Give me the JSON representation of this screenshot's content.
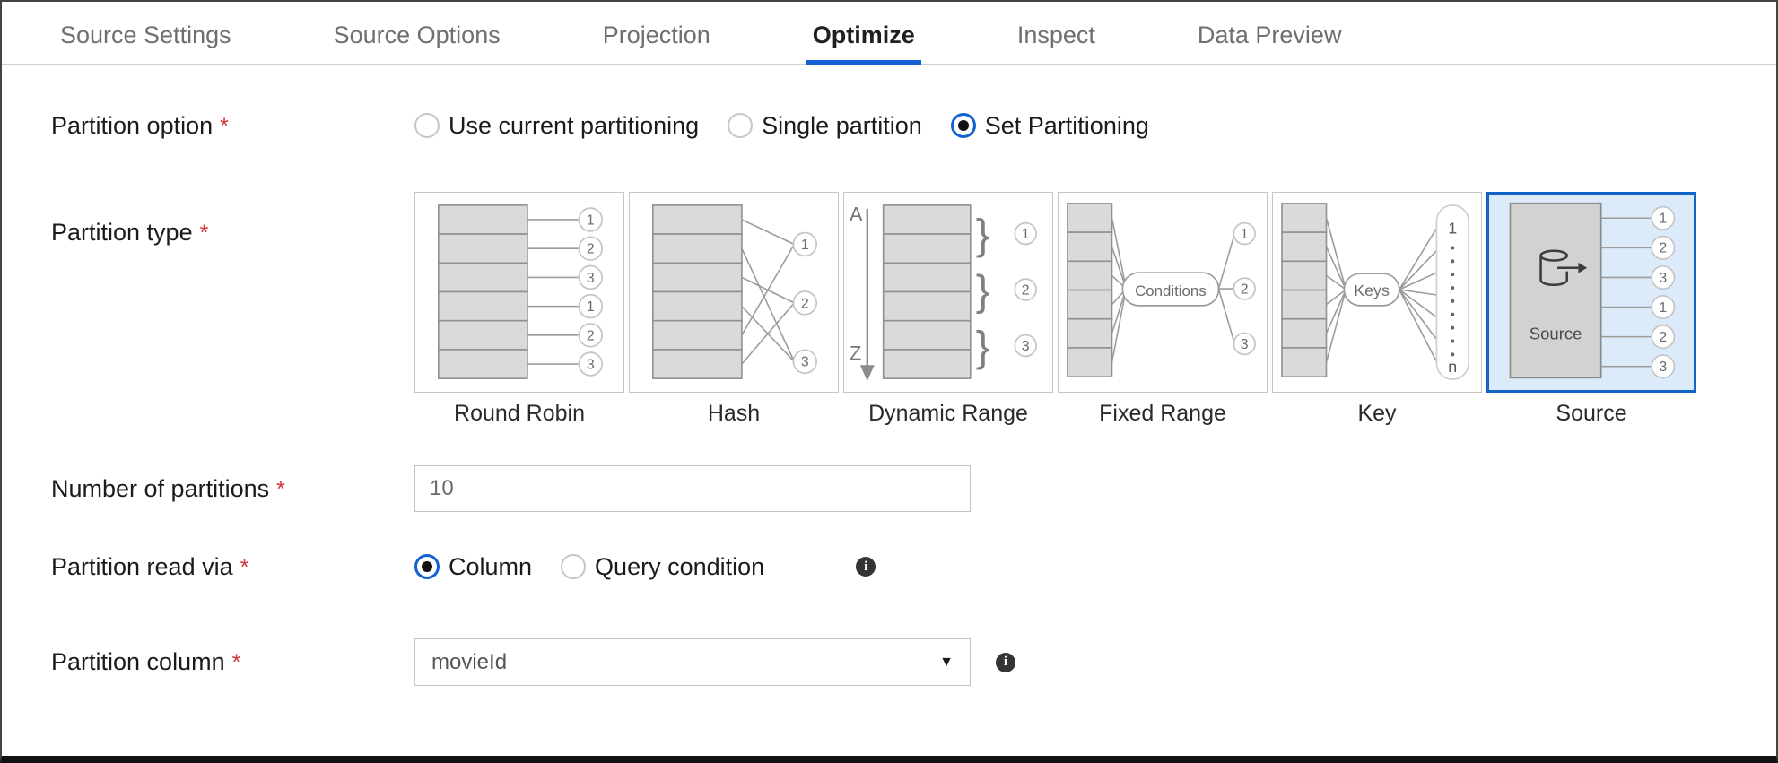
{
  "tabs": [
    {
      "label": "Source Settings",
      "active": false
    },
    {
      "label": "Source Options",
      "active": false
    },
    {
      "label": "Projection",
      "active": false
    },
    {
      "label": "Optimize",
      "active": true
    },
    {
      "label": "Inspect",
      "active": false
    },
    {
      "label": "Data Preview",
      "active": false
    }
  ],
  "form": {
    "partition_option": {
      "label": "Partition option",
      "required": "*",
      "options": [
        {
          "label": "Use current partitioning",
          "selected": false
        },
        {
          "label": "Single partition",
          "selected": false
        },
        {
          "label": "Set Partitioning",
          "selected": true
        }
      ]
    },
    "partition_type": {
      "label": "Partition type",
      "required": "*",
      "tiles": [
        {
          "kind": "round-robin",
          "label": "Round Robin",
          "outputs": [
            "1",
            "2",
            "3",
            "1",
            "2",
            "3"
          ],
          "selected": false
        },
        {
          "kind": "hash",
          "label": "Hash",
          "outputs": [
            "1",
            "2",
            "3"
          ],
          "selected": false
        },
        {
          "kind": "dynamic-range",
          "label": "Dynamic Range",
          "outputs": [
            "1",
            "2",
            "3"
          ],
          "range_top": "A",
          "range_bottom": "Z",
          "selected": false
        },
        {
          "kind": "fixed-range",
          "label": "Fixed Range",
          "outputs": [
            "1",
            "2",
            "3"
          ],
          "pill": "Conditions",
          "selected": false
        },
        {
          "kind": "key",
          "label": "Key",
          "pill": "Keys",
          "output_top": "1",
          "output_bottom": "n",
          "selected": false
        },
        {
          "kind": "source",
          "label": "Source",
          "box_label": "Source",
          "icon": "database-export-icon",
          "outputs": [
            "1",
            "2",
            "3",
            "1",
            "2",
            "3"
          ],
          "selected": true
        }
      ]
    },
    "number_of_partitions": {
      "label": "Number of partitions",
      "required": "*",
      "value": "10"
    },
    "partition_read_via": {
      "label": "Partition read via",
      "required": "*",
      "options": [
        {
          "label": "Column",
          "selected": true
        },
        {
          "label": "Query condition",
          "selected": false
        }
      ],
      "info_glyph": "i"
    },
    "partition_column": {
      "label": "Partition column",
      "required": "*",
      "value": "movieId",
      "caret_glyph": "▼",
      "info_glyph": "i"
    }
  },
  "colors": {
    "accent_blue": "#1161d2",
    "selected_tile_border": "#1064c8",
    "selected_tile_bg": "#dcebfa",
    "asterisk_red": "#d13438"
  }
}
